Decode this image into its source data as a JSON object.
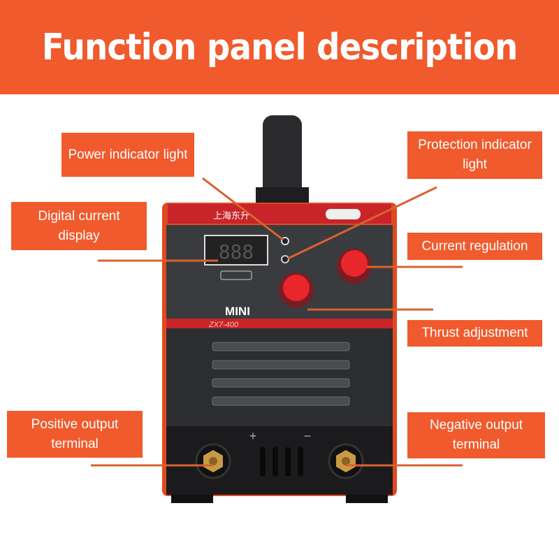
{
  "title": "Function panel description",
  "labels": {
    "power_indicator": "Power indicator light",
    "protection_indicator": "Protection indicator light",
    "digital_display": "Digital current display",
    "current_regulation": "Current regulation",
    "thrust_adjustment": "Thrust adjustment",
    "positive_terminal": "Positive output terminal",
    "negative_terminal": "Negative output terminal"
  },
  "machine": {
    "display_value": "888",
    "series": "MINI",
    "model": "ZX7-400",
    "plus_sign": "+",
    "minus_sign": "−"
  },
  "colors": {
    "accent": "#f05a2c",
    "panel": "#3a3b3e",
    "knob": "#e8262c"
  }
}
